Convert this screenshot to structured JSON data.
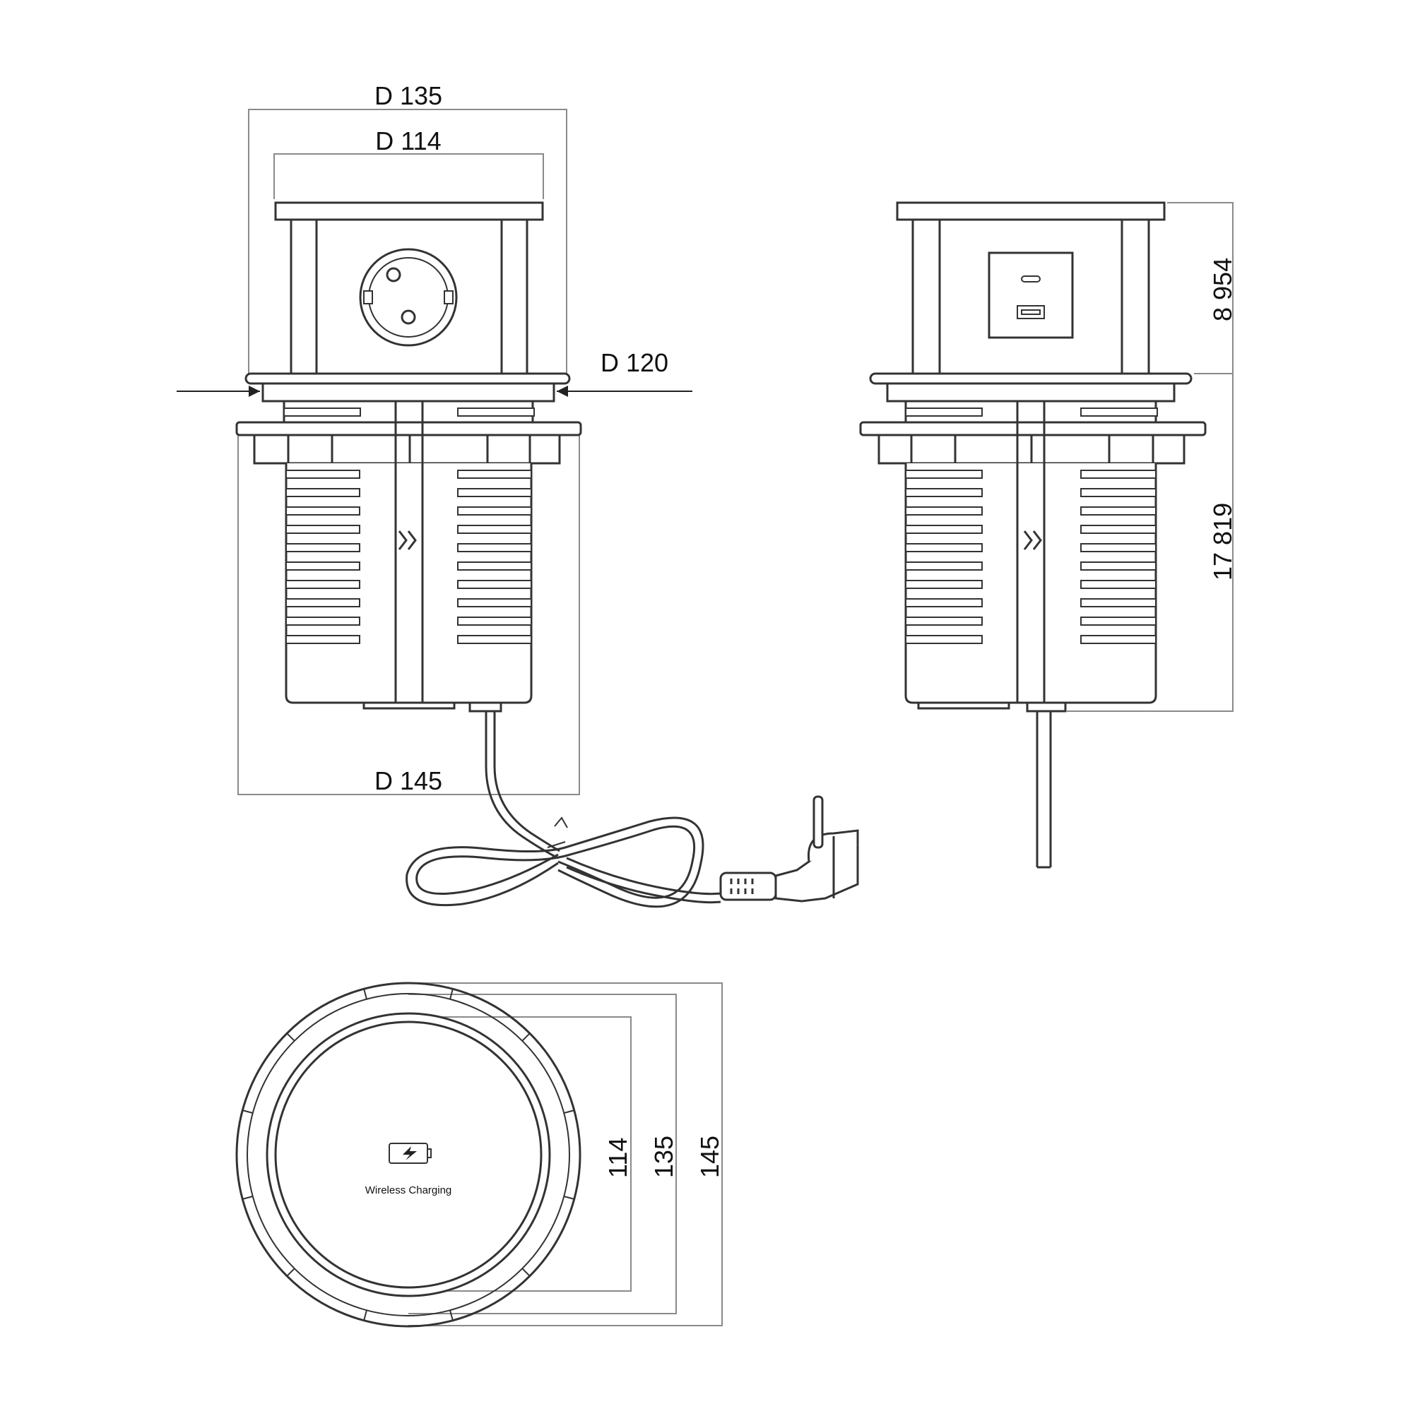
{
  "front_view": {
    "dim_outer_top": "D 135",
    "dim_inner_top": "D 114",
    "dim_cutout": "D 120",
    "dim_bottom": "D 145"
  },
  "side_view": {
    "dim_upper_height": "8 954",
    "dim_lower_height": "17 819"
  },
  "top_view": {
    "charging_label": "Wireless Charging",
    "dim_inner": "114",
    "dim_middle": "135",
    "dim_outer": "145"
  },
  "colors": {
    "line": "#333333",
    "thin_line": "#7a7a7a",
    "background": "#ffffff"
  },
  "icons": [
    "schuko-socket-icon",
    "usb-c-port-icon",
    "usb-a-port-icon",
    "chevron-right-icon",
    "battery-charging-icon",
    "schuko-plug-icon"
  ]
}
